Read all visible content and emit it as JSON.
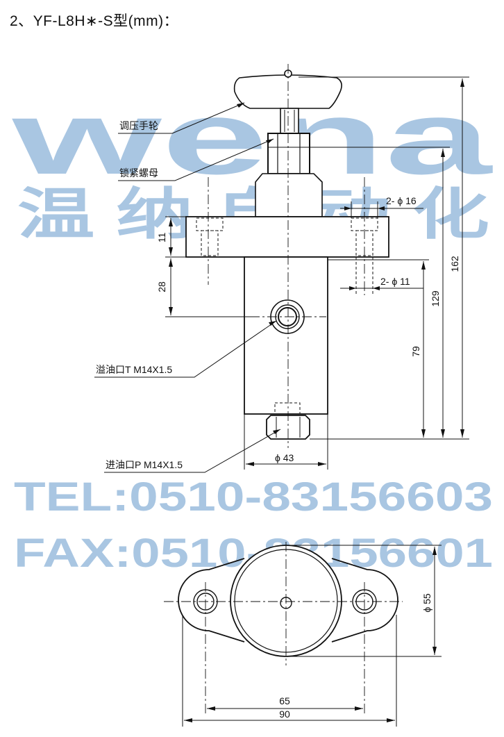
{
  "title": "2、YF-L8H∗-S型(mm)：",
  "watermark": {
    "brand": "wena",
    "chinese": "温 纳 自 动 化",
    "tel": "TEL:0510-83156603",
    "fax": "FAX:0510-83156601",
    "color": "#a9c6e2"
  },
  "callouts": {
    "handwheel": "调压手轮",
    "lock_nut": "锁紧螺母",
    "overflow_port": "溢油口T M14X1.5",
    "inlet_port": "进油口P M14X1.5"
  },
  "dimensions": {
    "d162": "162",
    "d129": "129",
    "d79": "79",
    "d28": "28",
    "d11": "11",
    "holes_16": "2- ϕ 16",
    "holes_11": "2- ϕ 11",
    "dia_43": "ϕ 43",
    "dia_55": "ϕ 55",
    "d65": "65",
    "d90": "90"
  }
}
